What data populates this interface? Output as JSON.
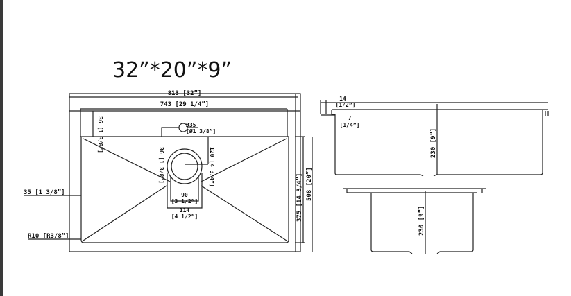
{
  "title": "32”*20”*9”",
  "top_view": {
    "overall_width": "813 [32”]",
    "inner_width": "743 [29 1/4”]",
    "flange_offset": "35 [1 3/8”]",
    "corner_radius": "R10 [R3/8”]",
    "top_margin": "36 [1 3/8”]",
    "faucet_hole": "Ø35",
    "faucet_hole_in": "[Ø1 3/8”]",
    "drain_offset_left": "36 [1 3/8”]",
    "drain_offset_right": "120 [4 3/4”]",
    "drain_inner": "90",
    "drain_inner_in": "[3 1/2”]",
    "drain_outer": "114",
    "drain_outer_in": "[4 1/2”]",
    "inner_depth": "375 [14 3/4”]",
    "overall_depth": "508 [20”]"
  },
  "side_view_long": {
    "flange_thickness": "14",
    "flange_thickness_in": "[1/2”]",
    "lip": "7",
    "lip_in": "[1/4”]",
    "depth": "230 [9”]"
  },
  "side_view_short": {
    "depth": "230 [9”]"
  },
  "colors": {
    "line": "#222222",
    "background": "#ffffff",
    "edge": "#3a3a3a"
  }
}
